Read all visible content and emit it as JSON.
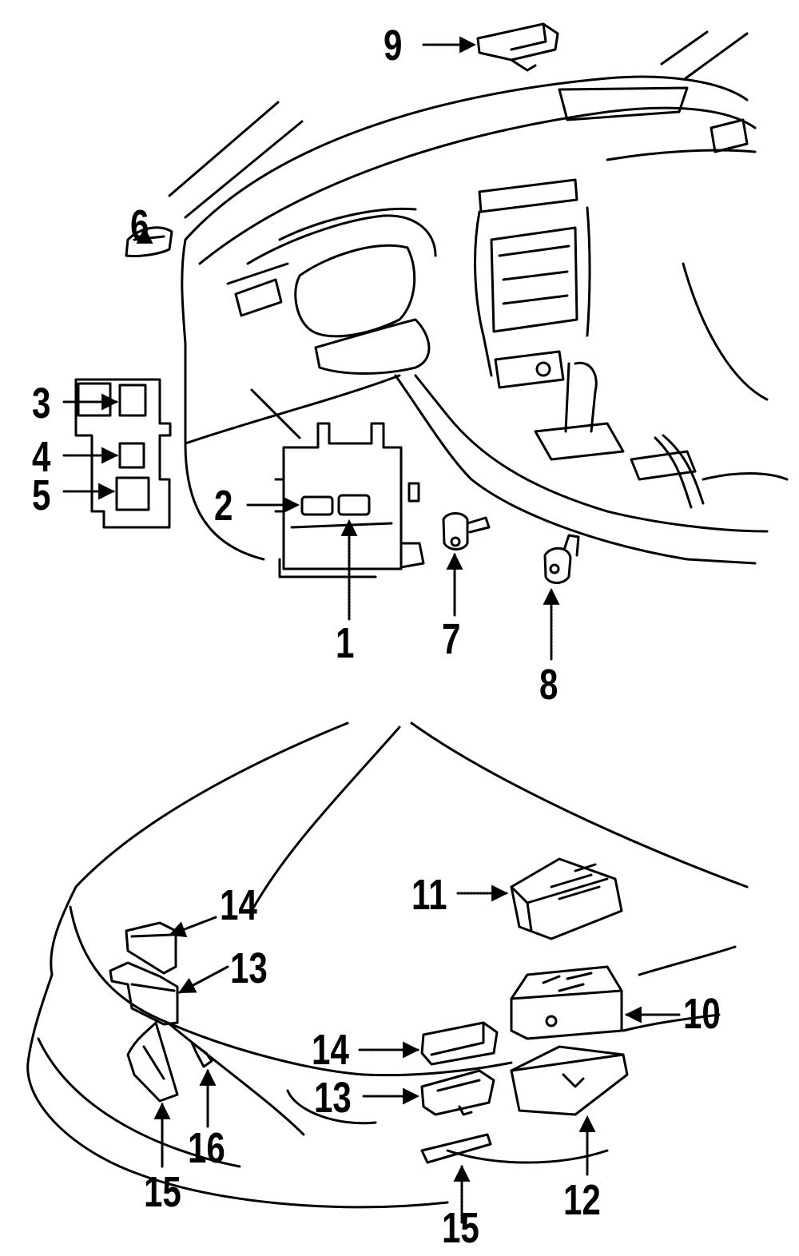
{
  "diagram": {
    "callouts": [
      {
        "id": "c1",
        "text": "1"
      },
      {
        "id": "c2",
        "text": "2"
      },
      {
        "id": "c3",
        "text": "3"
      },
      {
        "id": "c4",
        "text": "4"
      },
      {
        "id": "c5",
        "text": "5"
      },
      {
        "id": "c6",
        "text": "6"
      },
      {
        "id": "c7",
        "text": "7"
      },
      {
        "id": "c8",
        "text": "8"
      },
      {
        "id": "c9",
        "text": "9"
      },
      {
        "id": "c10",
        "text": "10"
      },
      {
        "id": "c11",
        "text": "11"
      },
      {
        "id": "c12",
        "text": "12"
      },
      {
        "id": "c13a",
        "text": "13"
      },
      {
        "id": "c13b",
        "text": "13"
      },
      {
        "id": "c14a",
        "text": "14"
      },
      {
        "id": "c14b",
        "text": "14"
      },
      {
        "id": "c15a",
        "text": "15"
      },
      {
        "id": "c15b",
        "text": "15"
      },
      {
        "id": "c16",
        "text": "16"
      }
    ],
    "line_color": "#000000",
    "background": "#ffffff"
  }
}
